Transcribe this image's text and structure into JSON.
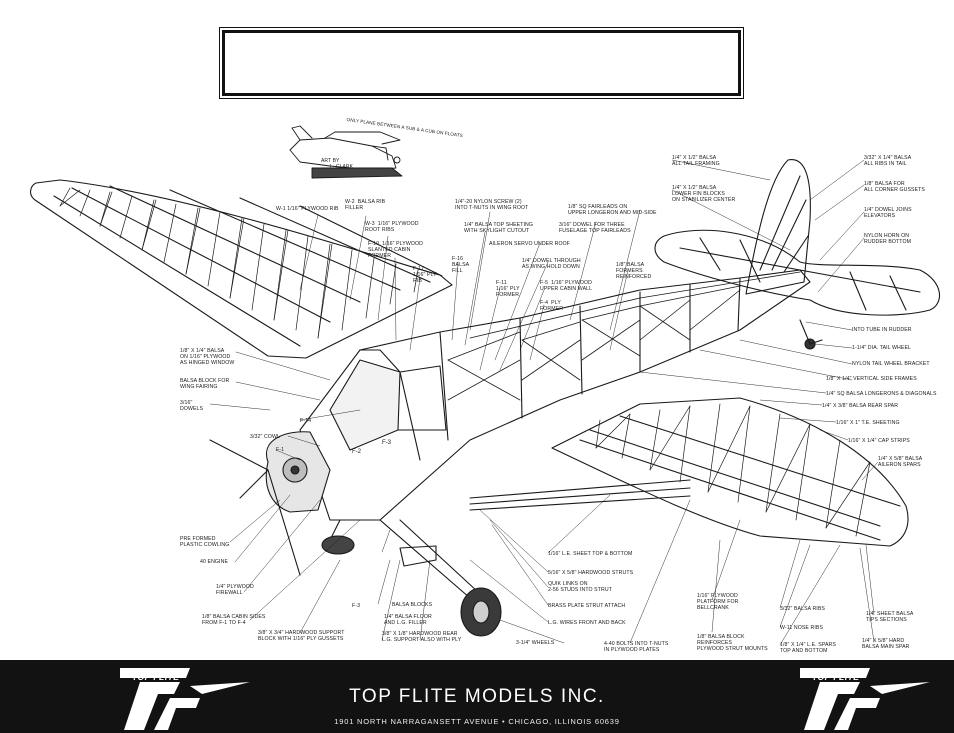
{
  "inset_labels": {
    "note": "ONLY PLANE BETWEEN A SUB & A CUB ON FLOATS",
    "art_by": "ART BY",
    "artist": "L. CLARK"
  },
  "callouts": [
    {
      "id": "w1",
      "text": "W-1 1/16\" PLYWOOD RIB"
    },
    {
      "id": "w2",
      "text": "W-2  BALSA RIB\nFILLER"
    },
    {
      "id": "w3",
      "text": "W-3  1/16\" PLYWOOD\nROOT RIBS"
    },
    {
      "id": "f10",
      "text": "F-10  1/16\" PLYWOOD\nSLANTED CABIN\nFORMER"
    },
    {
      "id": "f17",
      "text": "F-17\n1/16\" PLY\nRIB"
    },
    {
      "id": "f16",
      "text": "F-16\nBALSA\nFILL"
    },
    {
      "id": "nylon_screw",
      "text": "1/4\"-20 NYLON SCREW (2)\nINTO T-NUTS IN WING ROOT"
    },
    {
      "id": "top_sheet",
      "text": "1/4\" BALSA TOP SHEETING\nWITH SKYLIGHT CUTOUT"
    },
    {
      "id": "aileron_servo",
      "text": "AILERON SERVO UNDER ROOF"
    },
    {
      "id": "dowel_wing",
      "text": "1/4\" DOWEL THROUGH\nAS WING HOLD DOWN"
    },
    {
      "id": "f11",
      "text": "F-11\n1/16\" PLY\nFORMER"
    },
    {
      "id": "f5",
      "text": "F-5  1/16\" PLYWOOD\nUPPER CABIN WALL"
    },
    {
      "id": "f4",
      "text": "F-4  PLY\nFORMER"
    },
    {
      "id": "fairleads",
      "text": "1/8\" SQ FAIRLEADS ON\nUPPER LONGERON AND MID-SIDE"
    },
    {
      "id": "dowel_three",
      "text": "3/16\" DOWEL FOR THREE\nFUSELAGE TOP FAIRLEADS"
    },
    {
      "id": "formers_reinf",
      "text": "1/8\" BALSA\nFORMERS\nREINFORCED"
    },
    {
      "id": "tail_framing",
      "text": "1/4\" x 1/2\" BALSA\nALL TAIL FRAMING"
    },
    {
      "id": "fin_blocks",
      "text": "1/4\" x 1/2\" BALSA\nLOWER FIN BLOCKS\nON STABILIZER CENTER"
    },
    {
      "id": "tail_ribs",
      "text": "3/32\" X 1/4\" BALSA\nALL RIBS IN TAIL"
    },
    {
      "id": "corner_gussets",
      "text": "1/8\" BALSA FOR\nALL CORNER GUSSETS"
    },
    {
      "id": "dowel_elev",
      "text": "1/4\" DOWEL JOINS\nELEVATORS"
    },
    {
      "id": "nylon_horn",
      "text": "NYLON HORN ON\nRUDDER BOTTOM"
    },
    {
      "id": "into_tube",
      "text": "INTO TUBE IN RUDDER"
    },
    {
      "id": "tail_wheel",
      "text": "1-1/4\" DIA. TAIL WHEEL"
    },
    {
      "id": "tail_bracket",
      "text": "NYLON TAIL WHEEL BRACKET"
    },
    {
      "id": "vert_frames",
      "text": "1/8\" X 1/4\" VERTICAL SIDE FRAMES"
    },
    {
      "id": "longerons",
      "text": "1/4\" SQ BALSA LONGERONS & DIAGONALS"
    },
    {
      "id": "rear_spar",
      "text": "1/4\" X 3/8\" BALSA REAR SPAR"
    },
    {
      "id": "te_sheeting",
      "text": "1/16\" X 1\" T.E. SHEETING"
    },
    {
      "id": "cap_strips",
      "text": "1/16\" X 1/4\" CAP STRIPS"
    },
    {
      "id": "aileron_spars",
      "text": "1/4\" X 5/8\" BALSA\nAILERON SPARS"
    },
    {
      "id": "hinged_window",
      "text": "1/8\" X 1/4\" BALSA\nON 1/16\" PLYWOOD\nAS HINGED WINDOW"
    },
    {
      "id": "wing_fairing",
      "text": "BALSA BLOCK FOR\nWING FAIRING"
    },
    {
      "id": "dowels316",
      "text": "3/16\"\nDOWELS"
    },
    {
      "id": "f14",
      "text": "F-14"
    },
    {
      "id": "cowl",
      "text": "3/32\" COWL"
    },
    {
      "id": "f1",
      "text": "F-1"
    },
    {
      "id": "le_sheet",
      "text": "1/16\" L.E. SHEET TOP & BOTTOM"
    },
    {
      "id": "struts",
      "text": "5/16\" X 5/8\" HARDWOOD STRUTS"
    },
    {
      "id": "quik_links",
      "text": "QUIK LINKS ON\n2-56 STUDS INTO STRUT"
    },
    {
      "id": "brass_plate",
      "text": "BRASS PLATE STRUT ATTACH"
    },
    {
      "id": "lg_wires",
      "text": "L.G. WIRES FRONT AND BACK"
    },
    {
      "id": "wheels",
      "text": "3-1/4\" WHEELS"
    },
    {
      "id": "pre_formed",
      "text": "PRE FORMED\nPLASTIC COWLING"
    },
    {
      "id": "engine",
      "text": "40 ENGINE"
    },
    {
      "id": "firewall",
      "text": "1/4\" PLYWOOD\nFIREWALL"
    },
    {
      "id": "cabin_sides",
      "text": "1/8\" BALSA CABIN SIDES\nFROM F-1 TO F-4"
    },
    {
      "id": "f3_low",
      "text": "F-3"
    },
    {
      "id": "balsa_blocks",
      "text": "BALSA BLOCKS"
    },
    {
      "id": "balsa_floor",
      "text": "1/4\" BALSA FLOOR\nAND L.G. FILLER"
    },
    {
      "id": "hw_block",
      "text": "3/8\" X 3/4\" HARDWOOD SUPPORT\nBLOCK WITH 1/16\" PLY GUSSETS"
    },
    {
      "id": "hw_rear",
      "text": "3/8\" X 1/8\" HARDWOOD REAR\nL.G. SUPPORT ALSO WITH PLY"
    },
    {
      "id": "bolts",
      "text": "4-40 BOLTS INTO T-NUTS\nIN PLYWOOD PLATES"
    },
    {
      "id": "bellcrank",
      "text": "1/16\" PLYWOOD\nPLATFORM FOR\nBELLCRANK"
    },
    {
      "id": "balsa_block_reinf",
      "text": "1/8\" BALSA BLOCK\nREINFORCES\nPLYWOOD STRUT MOUNTS"
    },
    {
      "id": "balsa_ribs",
      "text": "3/32\" BALSA RIBS"
    },
    {
      "id": "nose_ribs",
      "text": "W-11 NOSE RIBS"
    },
    {
      "id": "le_spars",
      "text": "1/8\" X 1/4\" L.E. SPARS\nTOP AND BOTTOM"
    },
    {
      "id": "tips",
      "text": "1/4\" SHEET BALSA\nTIPS SECTIONS"
    },
    {
      "id": "main_spar",
      "text": "1/4\" X 5/8\" HARD\nBALSA MAIN SPAR"
    }
  ],
  "formers_small": {
    "f2": "F-2",
    "f3": "F-3"
  },
  "footer": {
    "logo_left": "TOP FLITE",
    "logo_right": "TOP FLITE",
    "company": "TOP FLITE MODELS INC.",
    "address": "1901 NORTH NARRAGANSETT AVENUE  •  CHICAGO, ILLINOIS 60639"
  }
}
